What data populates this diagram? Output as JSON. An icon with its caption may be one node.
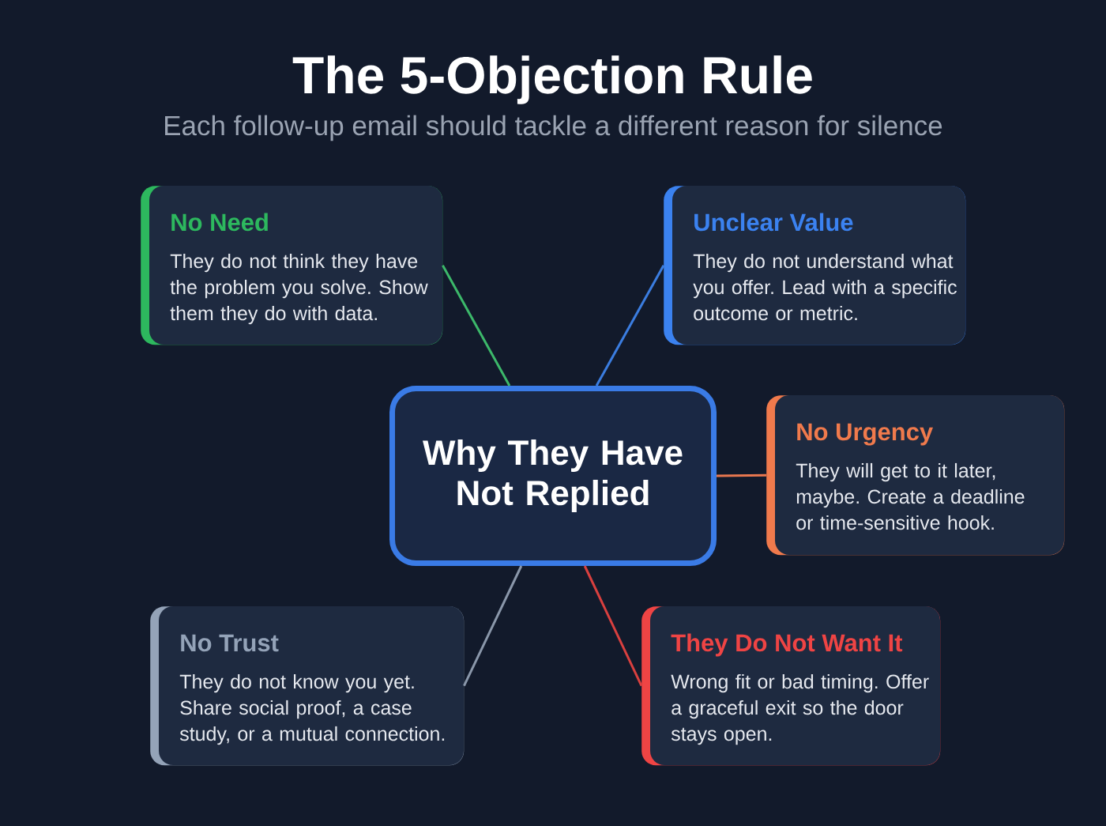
{
  "diagram": {
    "title": "The 5-Objection Rule",
    "labels": [
      "Each follow-up email should tackle a different reason for silence"
    ],
    "nodes": [
      {
        "text": [
          "No Need",
          "They do not think they have the problem you solve. Show them they do with data."
        ]
      },
      {
        "text": [
          "Unclear Value",
          "They do not understand what you offer. Lead with a specific outcome or metric."
        ]
      },
      {
        "text": [
          "Why They Have Not Replied"
        ]
      },
      {
        "text": [
          "No Urgency",
          "They will get to it later, maybe. Create a deadline or time-sensitive hook."
        ]
      },
      {
        "text": [
          "No Trust",
          "They do not know you yet. Share social proof, a case study, or a mutual connection."
        ]
      },
      {
        "text": [
          "They Do Not Want It",
          "Wrong fit or bad timing. Offer a graceful exit so the door stays open."
        ]
      }
    ],
    "edges": [
      {
        "from": 2,
        "to": 0,
        "arrow": "none",
        "color": "#3cb86a"
      },
      {
        "from": 2,
        "to": 1,
        "arrow": "none",
        "color": "#3b7de0"
      },
      {
        "from": 2,
        "to": 3,
        "arrow": "none",
        "color": "#e8774f"
      },
      {
        "from": 2,
        "to": 4,
        "arrow": "none",
        "color": "#8a97aa"
      },
      {
        "from": 2,
        "to": 5,
        "arrow": "none",
        "color": "#d9403f"
      }
    ]
  }
}
